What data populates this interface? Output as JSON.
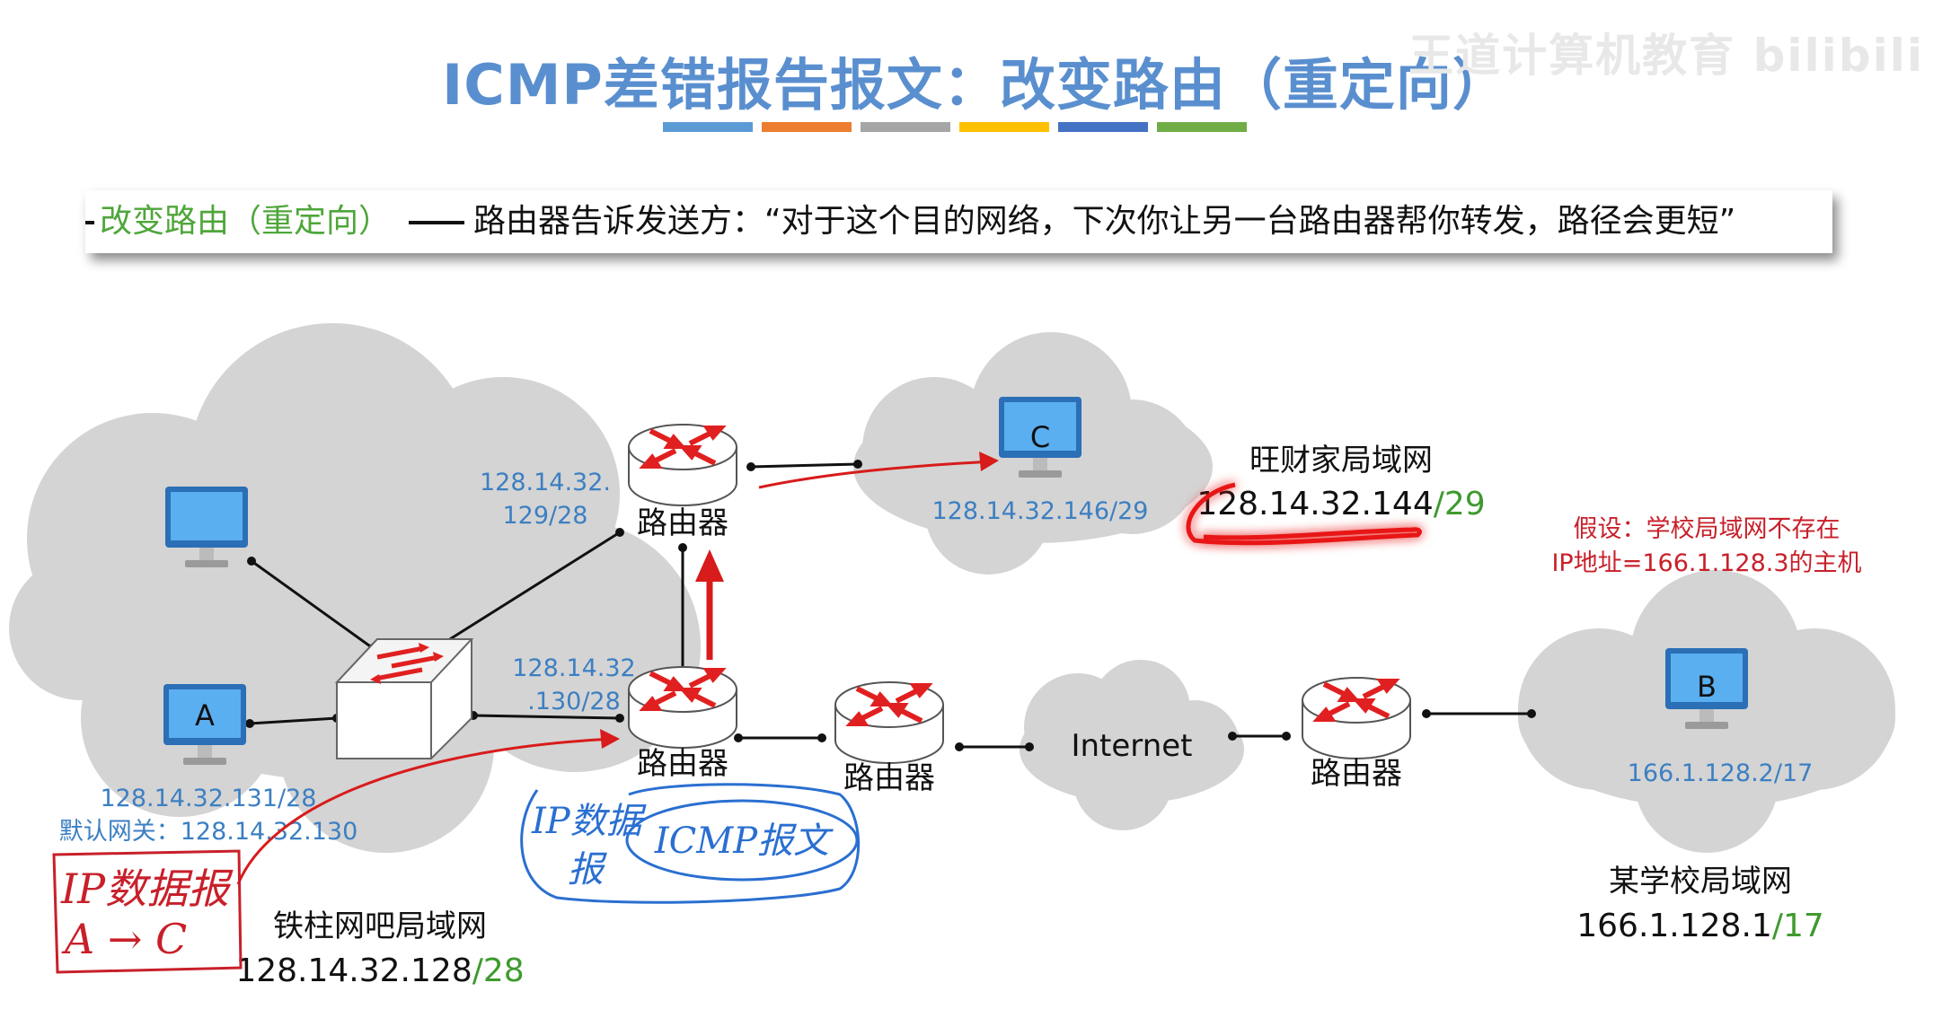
{
  "title": "ICMP差错报告报文：改变路由（重定向）",
  "watermark": "王道计算机教育 bilibili",
  "color_bars": [
    "#5b9bd5",
    "#ed7d31",
    "#a5a5a5",
    "#ffc000",
    "#4472c4",
    "#70ad47"
  ],
  "banner": {
    "term": "改变路由（重定向）",
    "description": "路由器告诉发送方：“对于这个目的网络，下次你让另一台路由器帮你转发，路径会更短”"
  },
  "hosts": {
    "a": {
      "label": "A",
      "ip": "128.14.32.131/28",
      "gateway": "默认网关：128.14.32.130"
    },
    "c": {
      "label": "C",
      "ip": "128.14.32.146/29"
    },
    "b": {
      "label": "B",
      "ip": "166.1.128.2/17"
    }
  },
  "routers": {
    "r1": {
      "label": "路由器",
      "ip_line1": "128.14.32.",
      "ip_line2": "129/28"
    },
    "r2": {
      "label": "路由器",
      "ip_line1": "128.14.32",
      "ip_line2": ".130/28"
    },
    "r3": {
      "label": "路由器"
    },
    "r4": {
      "label": "路由器"
    }
  },
  "internet_label": "Internet",
  "networks": {
    "tiezhu": {
      "name": "铁柱网吧局域网",
      "prefix": "128.14.32.128",
      "mask": "/28"
    },
    "wangcai": {
      "name": "旺财家局域网",
      "prefix": "128.14.32.144",
      "mask": "/29"
    },
    "school": {
      "name": "某学校局域网",
      "prefix": "166.1.128.1",
      "mask": "/17"
    }
  },
  "assumption": {
    "line1": "假设：学校局域网不存在",
    "line2": "IP地址=166.1.128.3的主机"
  },
  "handwriting": {
    "red_box_line1": "IP数据报",
    "red_box_line2": "A → C",
    "blue_line1": "IP数据",
    "blue_line2": "报",
    "blue_oval": "ICMP报文"
  }
}
